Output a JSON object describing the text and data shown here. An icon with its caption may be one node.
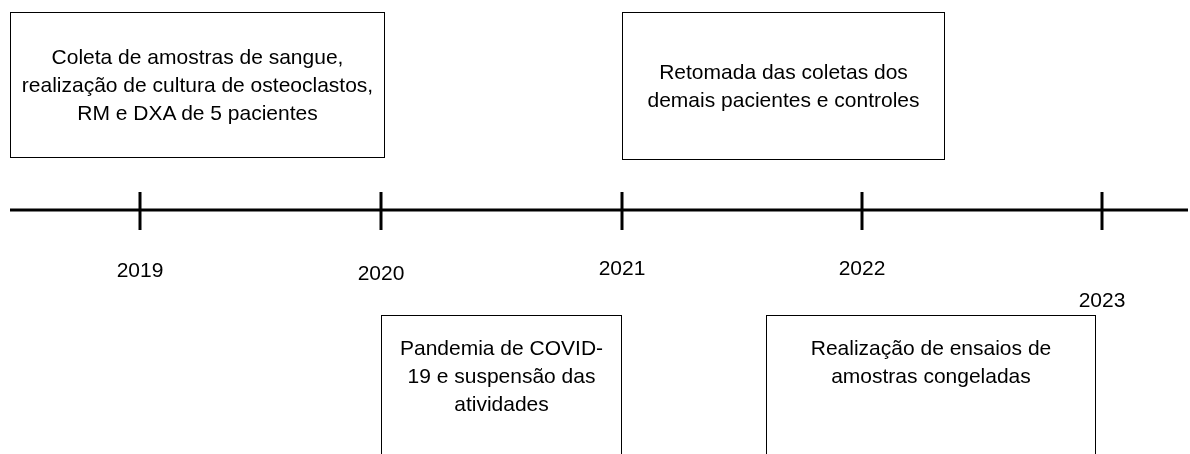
{
  "diagram": {
    "nodes": [
      {
        "text": [
          "Coleta de amostras de sangue, realização de cultura de osteoclastos, RM e DXA de 5 pacientes"
        ]
      },
      {
        "text": [
          "Retomada das coletas dos demais pacientes e controles"
        ]
      },
      {
        "text": [
          "Pandemia de COVID-19 e suspensão das atividades"
        ]
      },
      {
        "text": [
          "Realização de ensaios de amostras congeladas"
        ]
      }
    ],
    "edges": [],
    "labels": [
      "2019",
      "2020",
      "2021",
      "2022",
      "2023"
    ]
  }
}
